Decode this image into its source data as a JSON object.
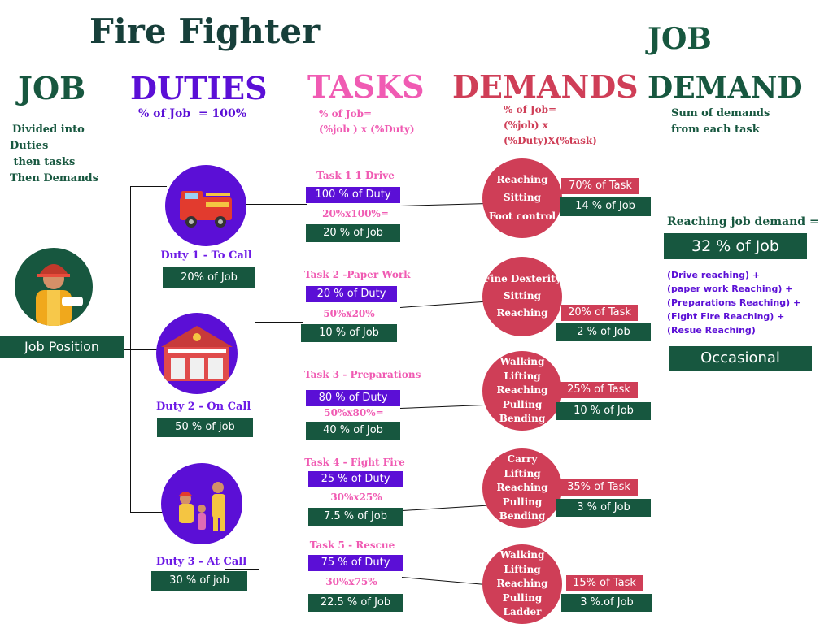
{
  "title": "Fire Fighter",
  "columns": {
    "job": {
      "title": "JOB",
      "desc": [
        "Divided into",
        "Duties",
        " then tasks",
        "Then Demands"
      ]
    },
    "duties": {
      "title": "DUTIES",
      "subtitle": "% of Job  = 100%"
    },
    "tasks": {
      "title": "TASKS",
      "subtitle": [
        "% of Job=",
        "(%job ) x (%Duty)"
      ]
    },
    "demands": {
      "title": "DEMANDS",
      "subtitle": [
        "% of Job=",
        "(%job) x",
        "(%Duty)X(%task)"
      ]
    },
    "job_demand": {
      "title": [
        "JOB",
        "DEMAND"
      ],
      "subtitle": [
        "Sum of demands",
        "from each task"
      ]
    }
  },
  "job_position": "Job Position",
  "duties": [
    {
      "label": "Duty 1 - To Call",
      "percent": "20% of  Job"
    },
    {
      "label": "Duty 2 - On Call",
      "percent": "50 % of job"
    },
    {
      "label": "Duty 3 - At Call",
      "percent": "30 % of job"
    }
  ],
  "tasks": [
    {
      "name": "Task 1 1 Drive",
      "duty_pct": "100 % of Duty",
      "calc": "20%x100%=",
      "job_pct": "20 % of  Job"
    },
    {
      "name": "Task 2 -Paper Work",
      "duty_pct": "20 % of Duty",
      "calc": "50%x20%",
      "job_pct": "10 % of  Job"
    },
    {
      "name": "Task 3 - Preparations",
      "duty_pct": "80 % of Duty",
      "calc": "50%x80%=",
      "job_pct": "40 % of  Job"
    },
    {
      "name": "Task 4 - Fight Fire",
      "duty_pct": "25 % of Duty",
      "calc": "30%x25%",
      "job_pct": "7.5 % of  Job"
    },
    {
      "name": "Task 5 - Rescue",
      "duty_pct": "75 % of Duty",
      "calc": "30%x75%",
      "job_pct": "22.5 % of  Job"
    }
  ],
  "demands": [
    {
      "items": [
        "Reaching",
        "Sitting",
        "Foot control"
      ],
      "task_pct": "70% of Task",
      "job_pct": "14 % of  Job"
    },
    {
      "items": [
        "Fine Dexterity",
        "Sitting",
        "Reaching"
      ],
      "task_pct": "20% of Task",
      "job_pct": "2 % of  Job"
    },
    {
      "items": [
        "Walking",
        "Lifting",
        "Reaching",
        "Pulling",
        "Bending"
      ],
      "task_pct": "25% of Task",
      "job_pct": "10 % of  Job"
    },
    {
      "items": [
        "Carry",
        "Lifting",
        "Reaching",
        "Pulling",
        "Bending"
      ],
      "task_pct": "35% of Task",
      "job_pct": "3 % of Job"
    },
    {
      "items": [
        "Walking",
        "Lifting",
        "Reaching",
        "Pulling",
        "Ladder"
      ],
      "task_pct": "15% of Task",
      "job_pct": "3 %.of  Job"
    }
  ],
  "result": {
    "heading": "Reaching job demand =",
    "value": "32 % of  Job",
    "formula": [
      "(Drive reaching) +",
      "(paper work Reaching) +",
      "(Preparations Reaching) +",
      "(Fight Fire Reaching) +",
      "(Resue Reaching)"
    ],
    "category": "Occasional"
  },
  "icons": [
    "firefighter-icon",
    "fire-truck-icon",
    "fire-station-icon",
    "rescue-team-icon"
  ],
  "colors": {
    "green": "#17573f",
    "purple": "#5b0fd6",
    "pink": "#f05bb3",
    "red": "#cf3e57",
    "title": "#173f3a"
  }
}
